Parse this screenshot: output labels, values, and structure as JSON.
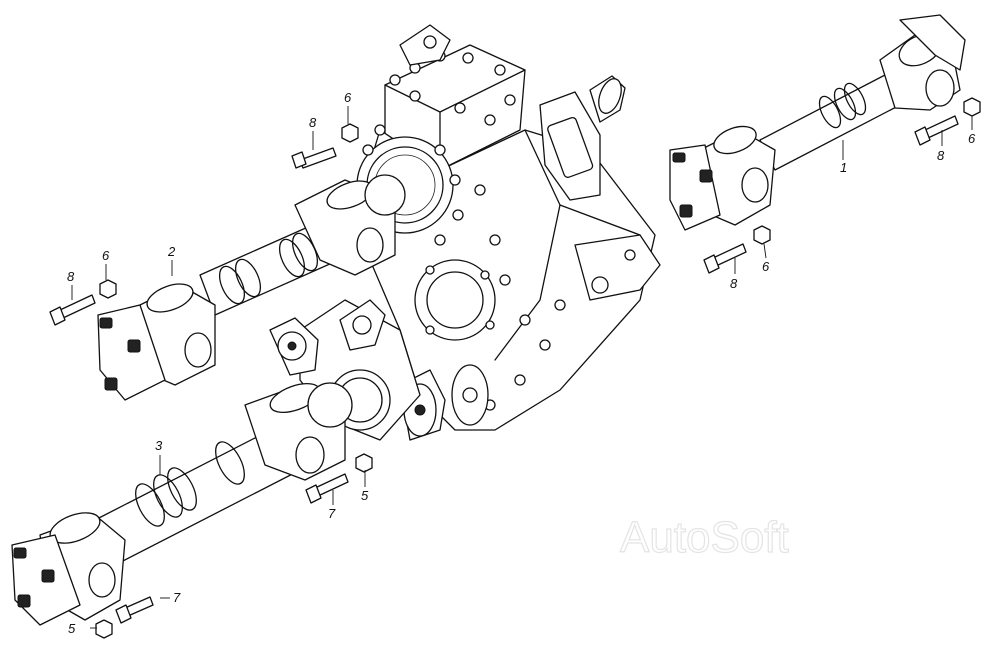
{
  "watermark": "AutoSoft",
  "callouts": {
    "c1": "1",
    "c2": "2",
    "c3": "3",
    "c5a": "5",
    "c5b": "5",
    "c6a": "6",
    "c6b": "6",
    "c6c": "6",
    "c6d": "6",
    "c7a": "7",
    "c7b": "7",
    "c8a": "8",
    "c8b": "8",
    "c8c": "8",
    "c8d": "8"
  }
}
